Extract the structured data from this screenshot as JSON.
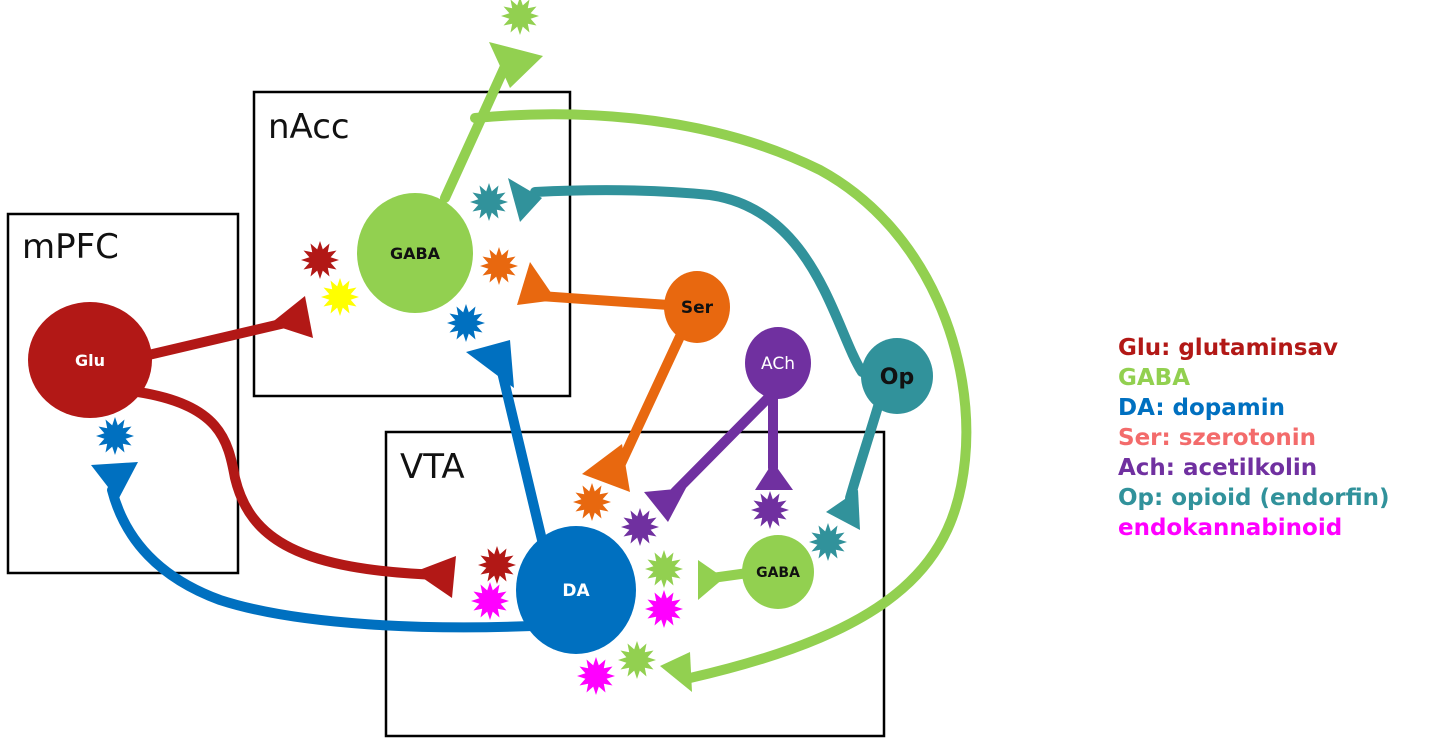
{
  "colors": {
    "glu": "#b21816",
    "gaba": "#92d050",
    "da": "#0070c0",
    "ser": "#e8680f",
    "ach": "#7030a0",
    "op": "#31929b",
    "endo": "#ff00ff",
    "yellow": "#ffff00",
    "legend_ser": "#f36b6b"
  },
  "regions": {
    "mpfc": "mPFC",
    "nacc": "nAcc",
    "vta": "VTA"
  },
  "cells": {
    "glu": "Glu",
    "gaba_nacc": "GABA",
    "ser": "Ser",
    "ach": "ACh",
    "op": "Op",
    "da": "DA",
    "gaba_vta": "GABA"
  },
  "legend": [
    {
      "text": "Glu: glutaminsav",
      "color": "#b21816"
    },
    {
      "text": "GABA",
      "color": "#92d050"
    },
    {
      "text": "DA: dopamin",
      "color": "#0070c0"
    },
    {
      "text": "Ser: szerotonin",
      "color": "#f36b6b"
    },
    {
      "text": "Ach: acetilkolin",
      "color": "#7030a0"
    },
    {
      "text": "Op: opioid (endorfin)",
      "color": "#31929b"
    },
    {
      "text": "endokannabinoid",
      "color": "#ff00ff"
    }
  ]
}
